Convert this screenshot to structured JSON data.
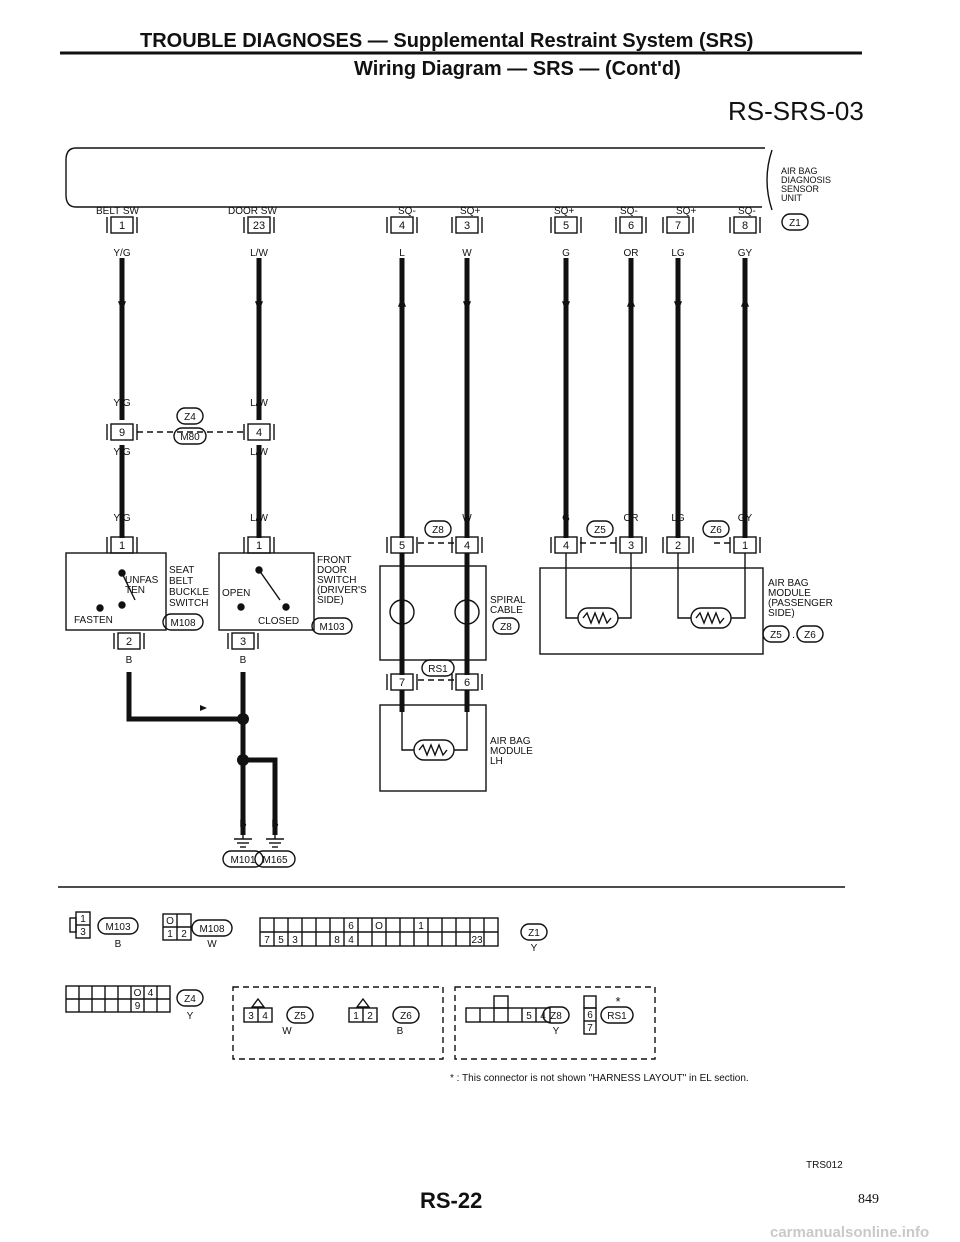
{
  "header": {
    "title": "TROUBLE DIAGNOSES — Supplemental Restraint System (SRS)",
    "subtitle": "Wiring Diagram — SRS — (Cont'd)",
    "diagram_code": "RS-SRS-03"
  },
  "unit": {
    "label_lines": [
      "AIR BAG",
      "DIAGNOSIS",
      "SENSOR",
      "UNIT"
    ],
    "connector": "Z1"
  },
  "terminals": [
    {
      "fn": "BELT SW",
      "pin": "1",
      "color": "Y/G"
    },
    {
      "fn": "DOOR SW",
      "pin": "23",
      "color": "L/W"
    },
    {
      "fn": "SQ-",
      "pin": "4",
      "color": "L"
    },
    {
      "fn": "SQ+",
      "pin": "3",
      "color": "W"
    },
    {
      "fn": "SQ+",
      "pin": "5",
      "color": "G"
    },
    {
      "fn": "SQ-",
      "pin": "6",
      "color": "OR"
    },
    {
      "fn": "SQ+",
      "pin": "7",
      "color": "LG"
    },
    {
      "fn": "SQ-",
      "pin": "8",
      "color": "GY"
    }
  ],
  "joint_z4": {
    "conn_top": "Z4",
    "conn_bottom": "M80",
    "left": {
      "color_top": "Y/G",
      "pin": "9",
      "color_bottom": "Y/G",
      "color_lower": "Y/G"
    },
    "right": {
      "color_top": "L/W",
      "pin": "4",
      "color_bottom": "L/W",
      "color_lower": "L/W"
    }
  },
  "seat_switch": {
    "pin_top": "1",
    "pin_bottom": "2",
    "unfastened_lines": [
      "UNFAS",
      "TEN"
    ],
    "fastened": "FASTEN",
    "label_lines": [
      "SEAT",
      "BELT",
      "BUCKLE",
      "SWITCH"
    ],
    "connector": "M108",
    "ground_color": "B"
  },
  "door_switch": {
    "pin_top": "1",
    "pin_bottom": "3",
    "open": "OPEN",
    "closed": "CLOSED",
    "label_lines": [
      "FRONT",
      "DOOR",
      "SWITCH",
      "(DRIVER'S",
      "SIDE)"
    ],
    "connector": "M103",
    "ground_color": "B"
  },
  "grounds": [
    {
      "color": "B",
      "connector": "M101"
    },
    {
      "color": "B",
      "connector": "M165"
    }
  ],
  "spiral_cable": {
    "top_connector": "Z8",
    "top_pins": [
      "5",
      "4"
    ],
    "top_colors": [
      "L",
      "W"
    ],
    "label_lines": [
      "SPIRAL",
      "CABLE"
    ],
    "connector": "Z8",
    "bottom_connector": "RS1",
    "bottom_pins": [
      "7",
      "6"
    ]
  },
  "airbag_lh": {
    "label_lines": [
      "AIR BAG",
      "MODULE",
      "LH"
    ]
  },
  "airbag_passenger": {
    "left_connector": "Z5",
    "left_pins": [
      "4",
      "3"
    ],
    "left_colors": [
      "G",
      "OR"
    ],
    "right_connector": "Z6",
    "right_pins": [
      "2",
      "1"
    ],
    "right_colors": [
      "LG",
      "GY"
    ],
    "label_lines": [
      "AIR BAG",
      "MODULE",
      "(PASSENGER",
      "SIDE)"
    ],
    "connectors": [
      "Z5",
      "Z6"
    ],
    "separator": "."
  },
  "connector_views": {
    "m103": {
      "id": "M103",
      "color": "B",
      "pins": [
        "1",
        "3"
      ]
    },
    "m108": {
      "id": "M108",
      "color": "W",
      "pins": [
        "O",
        "1",
        "2"
      ]
    },
    "z1": {
      "id": "Z1",
      "color": "Y",
      "pins": [
        "6",
        "1",
        "7",
        "5",
        "3",
        "8",
        "4",
        "O",
        "23"
      ]
    },
    "z4": {
      "id": "Z4",
      "color": "Y",
      "pins": [
        "O",
        "4",
        "9"
      ]
    },
    "z5": {
      "id": "Z5",
      "color": "W",
      "pins": [
        "3",
        "4"
      ]
    },
    "z6": {
      "id": "Z6",
      "color": "B",
      "pins": [
        "1",
        "2"
      ]
    },
    "z8": {
      "id": "Z8",
      "color": "Y",
      "pins": [
        "4",
        "5"
      ]
    },
    "rs1": {
      "id": "RS1",
      "pins": [
        "6",
        "7"
      ],
      "star": "*"
    }
  },
  "footnote": "* : This connector is not shown \"HARNESS LAYOUT\" in EL section.",
  "ref_code": "TRS012",
  "page_label": "RS-22",
  "page_number": "849",
  "watermark": "carmanualsonline.info"
}
